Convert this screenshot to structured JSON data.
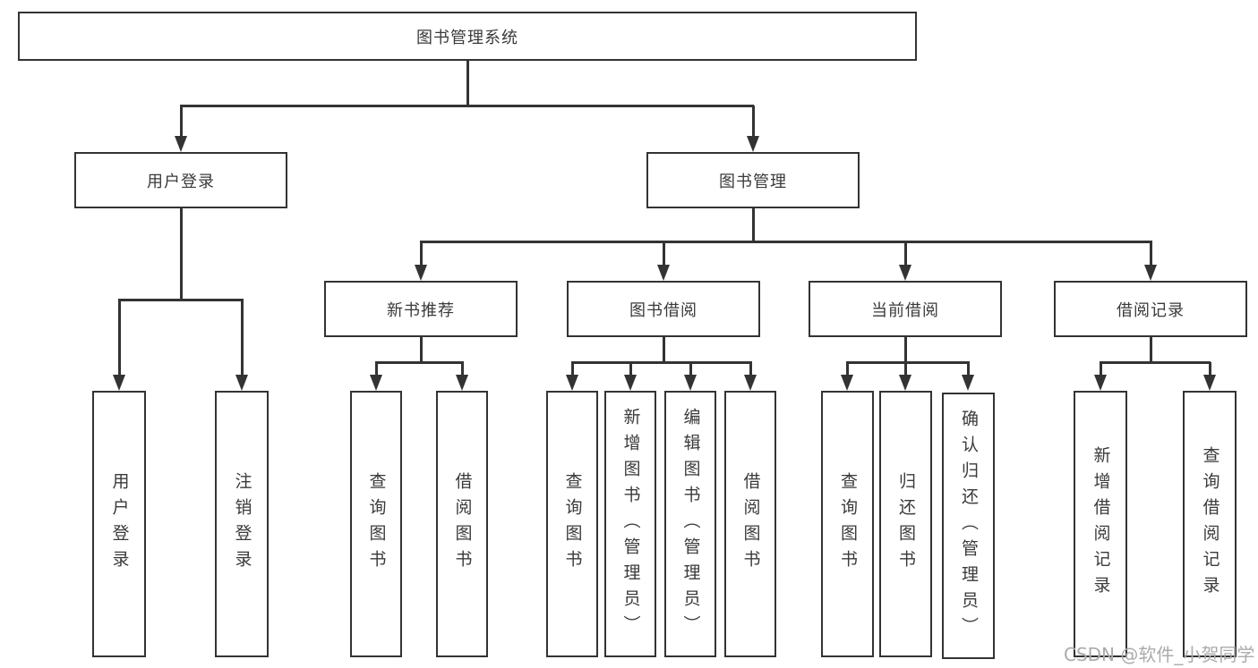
{
  "tree": {
    "label": "图书管理系统",
    "children": [
      {
        "label": "用户登录",
        "children": [
          {
            "label": "用户登录"
          },
          {
            "label": "注销登录"
          }
        ]
      },
      {
        "label": "图书管理",
        "children": [
          {
            "label": "新书推荐",
            "children": [
              {
                "label": "查询图书"
              },
              {
                "label": "借阅图书"
              }
            ]
          },
          {
            "label": "图书借阅",
            "children": [
              {
                "label": "查询图书"
              },
              {
                "label": "新增图书（管理员）"
              },
              {
                "label": "编辑图书（管理员）"
              },
              {
                "label": "借阅图书"
              }
            ]
          },
          {
            "label": "当前借阅",
            "children": [
              {
                "label": "查询图书"
              },
              {
                "label": "归还图书"
              },
              {
                "label": "确认归还（管理员）"
              }
            ]
          },
          {
            "label": "借阅记录",
            "children": [
              {
                "label": "新增借阅记录"
              },
              {
                "label": "查询借阅记录"
              }
            ]
          }
        ]
      }
    ]
  },
  "watermark": "CSDN @软件_小贺同学",
  "colors": {
    "line": "#333333",
    "text": "#3a3a3a",
    "watermark": "#ababab",
    "background": "#ffffff"
  }
}
